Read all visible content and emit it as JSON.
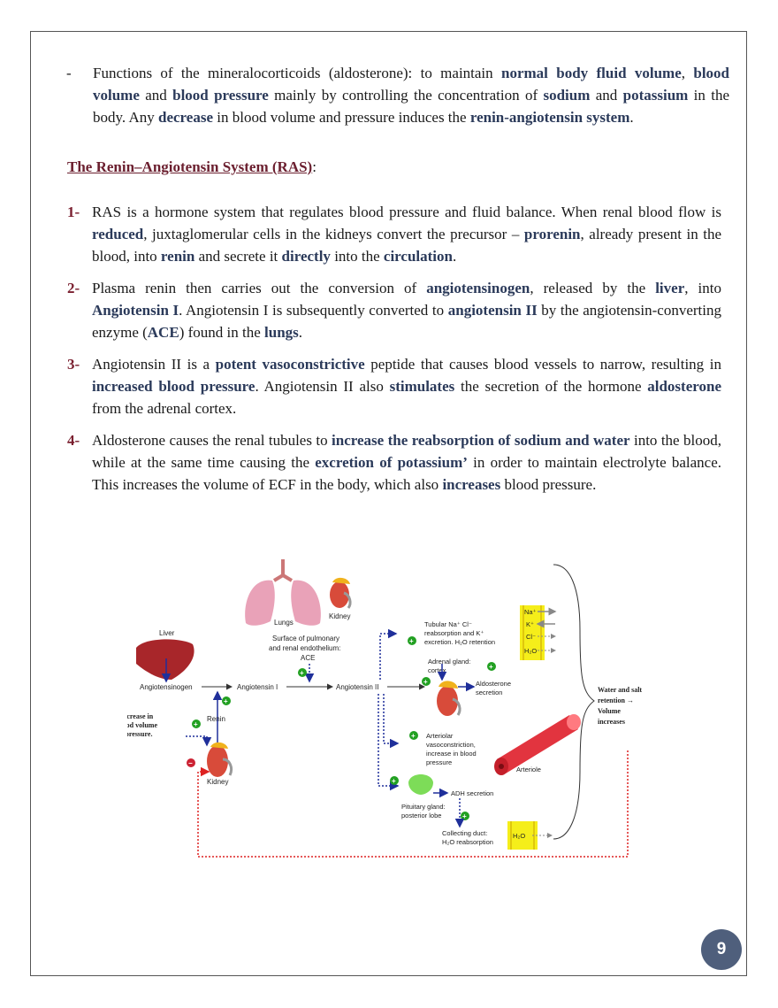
{
  "intro": {
    "dash": "-",
    "t1": "Functions of the mineralocorticoids (aldosterone): to maintain ",
    "b1": "normal body fluid volume",
    "t2": ", ",
    "b2": "blood volume",
    "t3": " and ",
    "b3": "blood pressure",
    "t4": " mainly by controlling the concentration of ",
    "b4": "sodium",
    "t5": " and ",
    "b5": "potassium",
    "t6": " in the body. Any ",
    "b6": "decrease",
    "t7": " in blood volume and pressure induces the ",
    "b7": "renin-angiotensin system",
    "t8": "."
  },
  "heading": {
    "title": "The Renin–Angiotensin System (RAS)",
    "colon": ":"
  },
  "items": [
    {
      "num": "1-",
      "t1": "RAS is a hormone system that regulates blood pressure and fluid balance. When renal blood flow is ",
      "b1": "reduced",
      "t2": ", juxtaglomerular cells in the kidneys convert the precursor – ",
      "b2": "prorenin",
      "t3": ", already present in the blood, into ",
      "b3": "renin",
      "t4": " and secrete it ",
      "b4": "directly",
      "t5": " into the ",
      "b5": "circulation",
      "t6": "."
    },
    {
      "num": "2-",
      "t1": "Plasma renin then carries out the conversion of ",
      "b1": "angiotensinogen",
      "t2": ", released by the ",
      "b2": "liver",
      "t3": ",  into ",
      "b3": "Angiotensin I",
      "t4": ". Angiotensin I is subsequently converted to ",
      "b4": "angiotensin II",
      "t5": " by the angiotensin-converting enzyme (",
      "b5": "ACE",
      "t6": ") found in the ",
      "b6": "lungs",
      "t7": "."
    },
    {
      "num": "3-",
      "t1": "Angiotensin II is a ",
      "b1": "potent vasoconstrictive",
      "t2": " peptide that causes blood vessels to narrow, resulting in ",
      "b2": "increased blood pressure",
      "t3": ". Angiotensin II also ",
      "b3": "stimulates",
      "t4": " the secretion of the hormone ",
      "b4": "aldosterone",
      "t5": " from the adrenal cortex."
    },
    {
      "num": "4-",
      "t1": "Aldosterone causes the renal tubules to ",
      "b1": "increase the reabsorption of sodium and water",
      "t2": " into the blood, while at the same time causing the ",
      "b2": "excretion of potassium’",
      "t3": " in order to maintain electrolyte balance. This increases the volume of ECF in the body, which also ",
      "b3": "increases",
      "t4": " blood pressure."
    }
  ],
  "figure": {
    "liver": "Liver",
    "lungs": "Lungs",
    "kidney_top": "Kidney",
    "kidney_bottom": "Kidney",
    "surface1": "Surface of pulmonary",
    "surface2": "and renal endothelium:",
    "ace": "ACE",
    "angiotensinogen": "Angiotensinogen",
    "ang1": "Angiotensin I",
    "ang2": "Angiotensin II",
    "renin": "Renin",
    "decrease1": "Decrease in",
    "decrease2": "blood volume",
    "decrease3": "or pressure.",
    "tubular1": "Tubular Na⁺ Cl⁻",
    "tubular2": "reabsorption and K⁺",
    "tubular3": "excretion. H₂O retention",
    "adrenal1": "Adrenal gland:",
    "adrenal2": "cortex",
    "aldo1": "Aldosterone",
    "aldo2": "secretion",
    "arteriolar1": "Arteriolar",
    "arteriolar2": "vasoconstriction,",
    "arteriolar3": "increase in blood",
    "arteriolar4": "pressure",
    "arteriole": "Arteriole",
    "adh": "ADH secretion",
    "pituitary1": "Pituitary gland:",
    "pituitary2": "posterior lobe",
    "collecting1": "Collecting duct:",
    "collecting2": "H₂O reabsorption",
    "ion_na": "Na⁺",
    "ion_k": "K⁺",
    "ion_cl": "Cl⁻",
    "ion_h2o": "H₂O",
    "h2o_box": "H₂O",
    "water1": "Water and salt",
    "water2": "retention →",
    "water3": "Volume",
    "water4": "increases",
    "plus": "+",
    "minus": "−"
  },
  "page_number": "9"
}
